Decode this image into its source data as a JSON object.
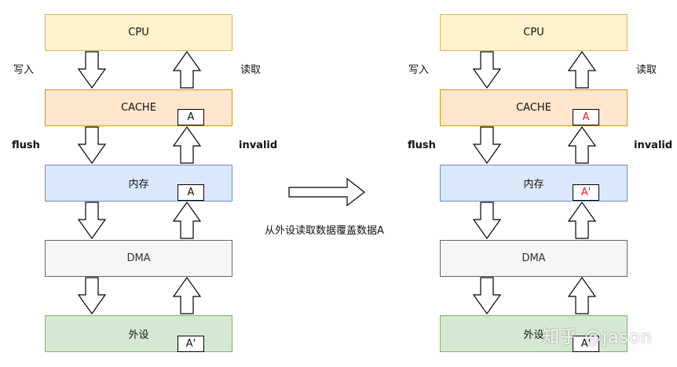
{
  "left": {
    "cpu": "CPU",
    "cache": "CACHE",
    "memory": "内存",
    "dma": "DMA",
    "device": "外设",
    "cache_tag": "A",
    "memory_tag": "A",
    "device_tag": "A'",
    "write_label": "写入",
    "read_label": "读取",
    "flush_label": "flush",
    "invalid_label": "invalid"
  },
  "right": {
    "cpu": "CPU",
    "cache": "CACHE",
    "memory": "内存",
    "dma": "DMA",
    "device": "外设",
    "cache_tag": "A",
    "memory_tag": "A'",
    "device_tag": "A'",
    "write_label": "写入",
    "read_label": "读取",
    "flush_label": "flush",
    "invalid_label": "invalid"
  },
  "transition_caption": "从外设读取数据覆盖数据A",
  "watermark": "知乎 @jason",
  "colors": {
    "cpu_fill": "#fff2cc",
    "cache_fill": "#ffe6cc",
    "memory_fill": "#dae8fc",
    "dma_fill": "#f5f5f5",
    "device_fill": "#d5e8d4",
    "highlight_text": "#e11f1f"
  }
}
